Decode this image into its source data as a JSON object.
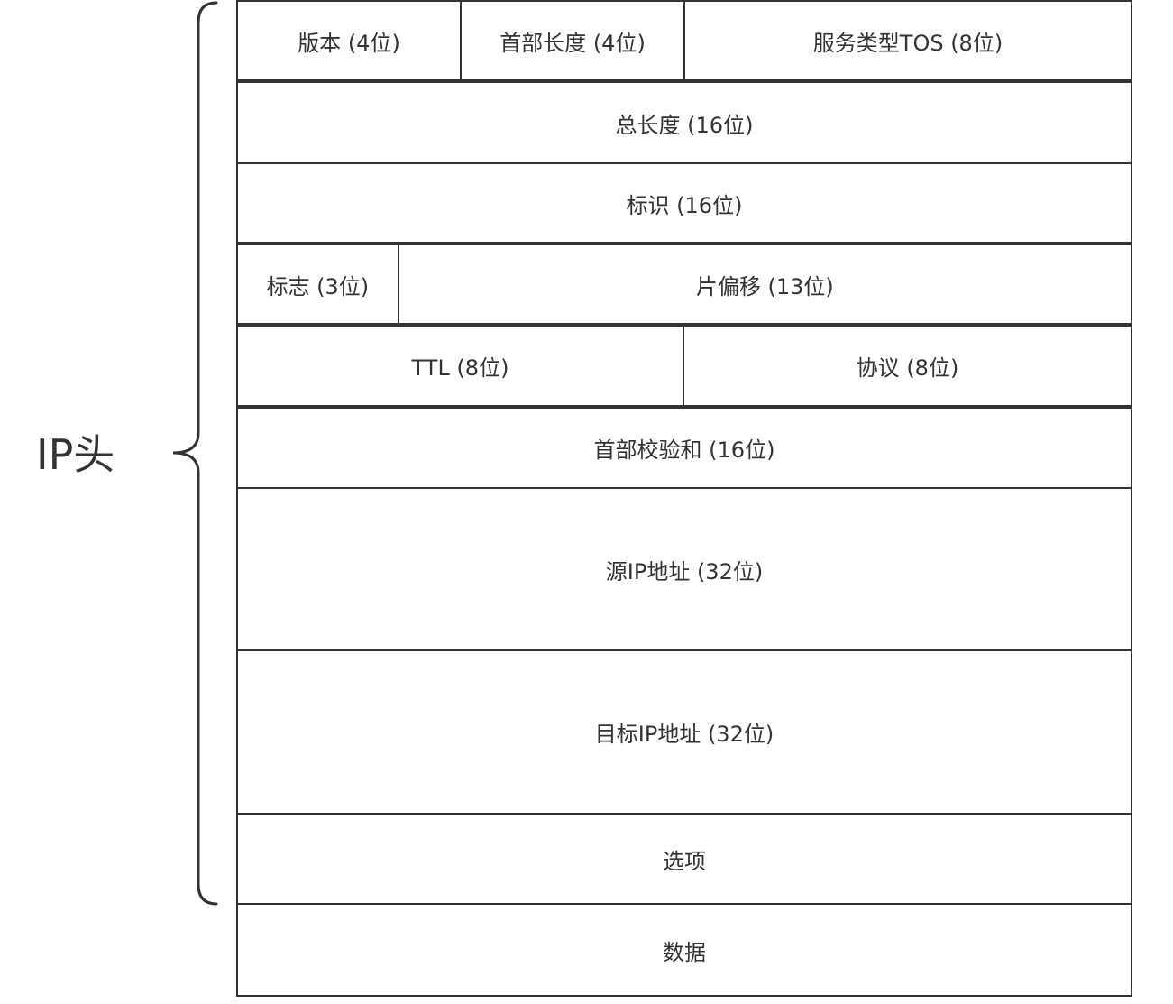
{
  "diagram": {
    "side_label": "IP头",
    "rows": [
      {
        "cells": [
          {
            "name": "field-version",
            "label": "版本 (4位)"
          },
          {
            "name": "field-header-length",
            "label": "首部长度 (4位)"
          },
          {
            "name": "field-tos",
            "label": "服务类型TOS (8位)"
          }
        ]
      },
      {
        "cells": [
          {
            "name": "field-total-length",
            "label": "总长度 (16位)"
          }
        ]
      },
      {
        "cells": [
          {
            "name": "field-identification",
            "label": "标识 (16位)"
          }
        ]
      },
      {
        "cells": [
          {
            "name": "field-flags",
            "label": "标志 (3位)"
          },
          {
            "name": "field-fragment-offset",
            "label": "片偏移 (13位)"
          }
        ]
      },
      {
        "cells": [
          {
            "name": "field-ttl",
            "label": "TTL (8位)"
          },
          {
            "name": "field-protocol",
            "label": "协议 (8位)"
          }
        ]
      },
      {
        "cells": [
          {
            "name": "field-header-checksum",
            "label": "首部校验和 (16位)"
          }
        ]
      },
      {
        "cells": [
          {
            "name": "field-source-ip",
            "label": "源IP地址 (32位)"
          }
        ]
      },
      {
        "cells": [
          {
            "name": "field-destination-ip",
            "label": "目标IP地址 (32位)"
          }
        ]
      },
      {
        "cells": [
          {
            "name": "field-options",
            "label": "选项"
          }
        ]
      },
      {
        "cells": [
          {
            "name": "field-data",
            "label": "数据"
          }
        ]
      }
    ]
  }
}
